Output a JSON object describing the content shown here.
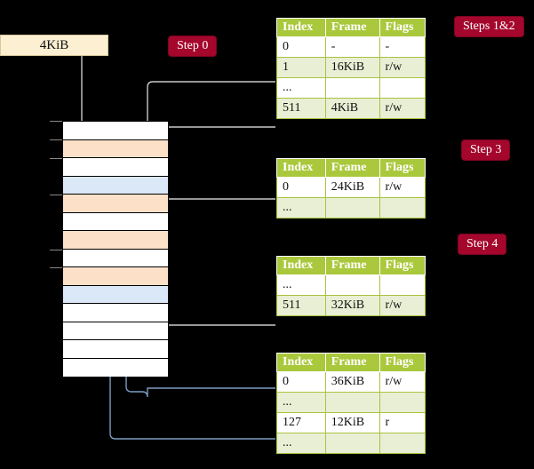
{
  "diagram": {
    "title": "Page table walk diagram",
    "colors": {
      "background": "#000000",
      "table_header": "#aac83c",
      "table_alt_row": "#e8efd4",
      "highlight": "#ffffaa",
      "badge": "#a4062c",
      "page_box": "#fcefd2",
      "mem_orange": "#fde0c8",
      "mem_blue": "#dbe8f7",
      "wire_gray": "#bbbbbb",
      "wire_blue": "#7d9dc4"
    }
  },
  "page_box": {
    "label": "4KiB"
  },
  "badges": [
    {
      "name": "step-0",
      "label": "Step 0"
    },
    {
      "name": "steps-1-2",
      "label": "Steps 1&2"
    },
    {
      "name": "step-3",
      "label": "Step 3"
    },
    {
      "name": "step-4",
      "label": "Step 4"
    }
  ],
  "columns": [
    "Index",
    "Frame",
    "Flags"
  ],
  "tables": [
    {
      "name": "page-table-level-1",
      "rows": [
        {
          "index": "0",
          "frame": "-",
          "flags": "-",
          "alt": false,
          "hl": false
        },
        {
          "index": "1",
          "frame": "16KiB",
          "flags": "r/w",
          "alt": true,
          "hl": false
        },
        {
          "index": "...",
          "frame": "",
          "flags": "",
          "alt": false,
          "hl": false
        },
        {
          "index": "511",
          "frame": "4KiB",
          "flags": "r/w",
          "alt": true,
          "hl": true
        }
      ]
    },
    {
      "name": "page-table-level-2",
      "rows": [
        {
          "index": "0",
          "frame": "24KiB",
          "flags": "r/w",
          "alt": false,
          "hl": false
        },
        {
          "index": "...",
          "frame": "",
          "flags": "",
          "alt": true,
          "hl": false
        }
      ]
    },
    {
      "name": "page-table-level-3",
      "rows": [
        {
          "index": "...",
          "frame": "",
          "flags": "",
          "alt": false,
          "hl": false
        },
        {
          "index": "511",
          "frame": "32KiB",
          "flags": "r/w",
          "alt": true,
          "hl": false
        }
      ]
    },
    {
      "name": "page-table-level-4",
      "rows": [
        {
          "index": "0",
          "frame": "36KiB",
          "flags": "r/w",
          "alt": false,
          "hl": false
        },
        {
          "index": "...",
          "frame": "",
          "flags": "",
          "alt": true,
          "hl": false
        },
        {
          "index": "127",
          "frame": "12KiB",
          "flags": "r",
          "alt": false,
          "hl": false
        },
        {
          "index": "...",
          "frame": "",
          "flags": "",
          "alt": true,
          "hl": false
        }
      ]
    }
  ],
  "memory_column": {
    "name": "physical-memory-column",
    "rows": [
      {
        "fill": "white"
      },
      {
        "fill": "orange"
      },
      {
        "fill": "white"
      },
      {
        "fill": "blue"
      },
      {
        "fill": "orange"
      },
      {
        "fill": "white"
      },
      {
        "fill": "orange"
      },
      {
        "fill": "white"
      },
      {
        "fill": "orange"
      },
      {
        "fill": "blue"
      },
      {
        "fill": "white"
      },
      {
        "fill": "white"
      },
      {
        "fill": "white"
      },
      {
        "fill": "white"
      }
    ]
  }
}
